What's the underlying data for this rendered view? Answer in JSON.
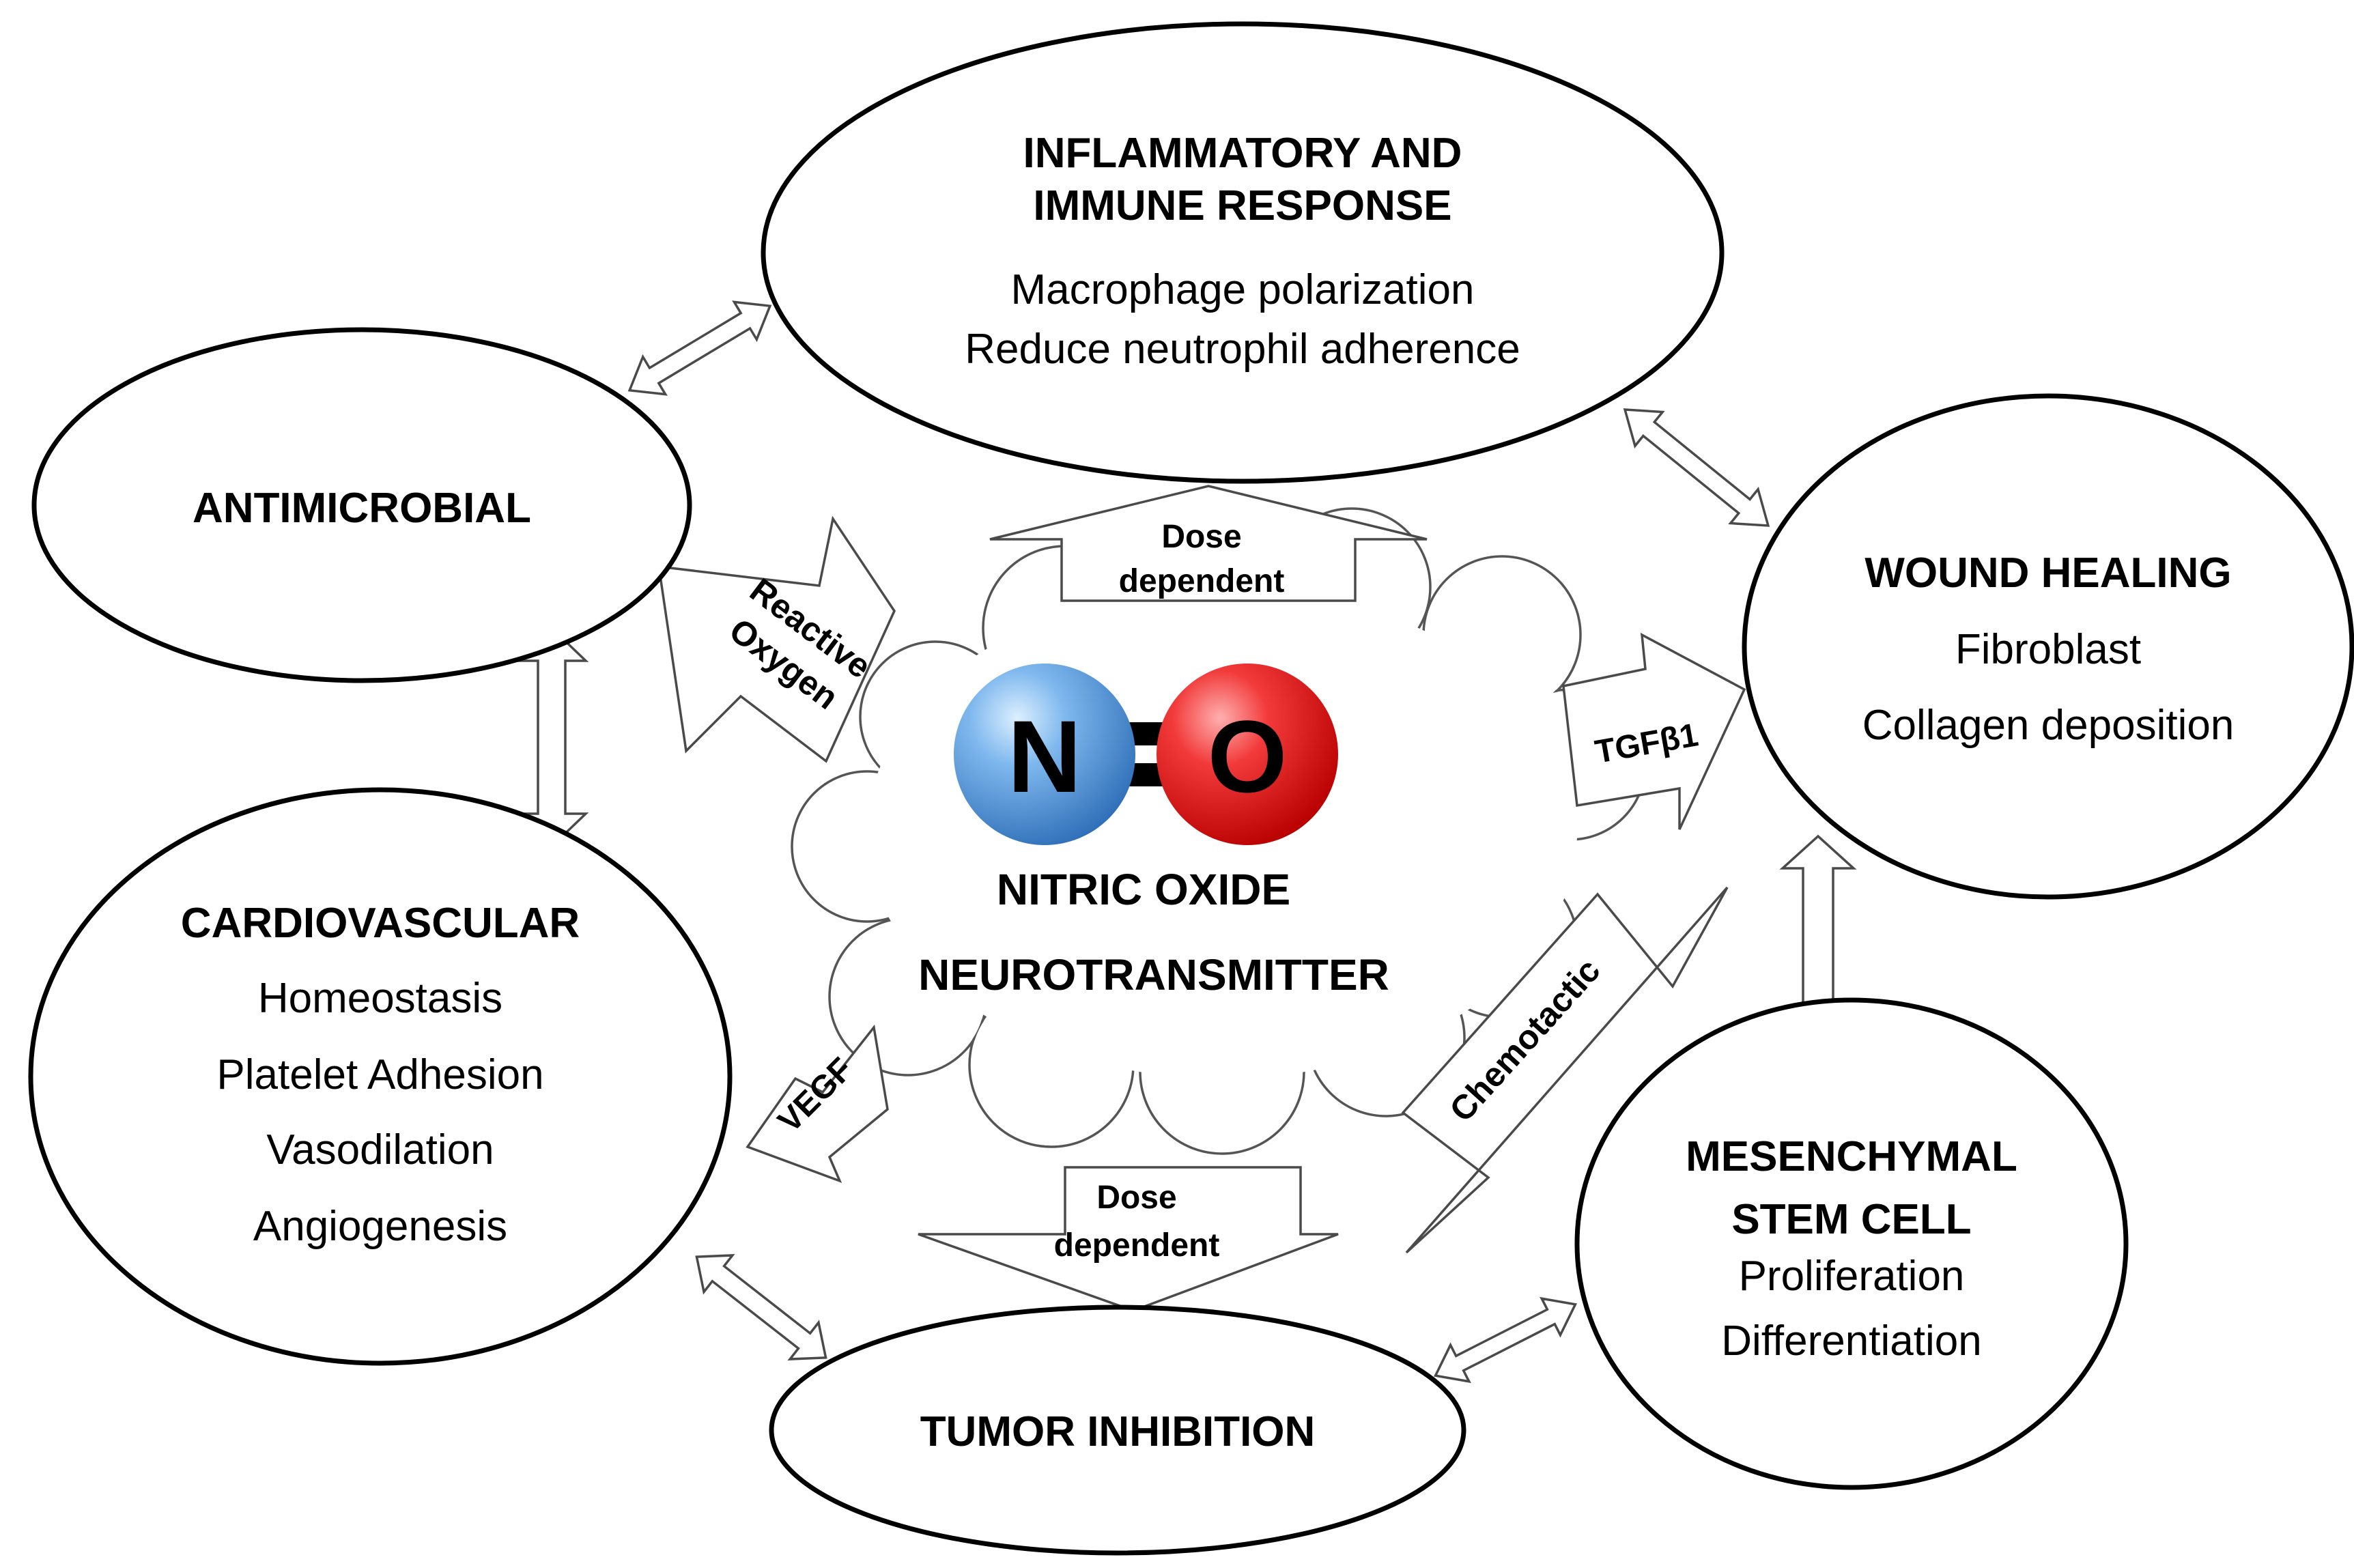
{
  "molecule": {
    "n_label": "N",
    "o_label": "O",
    "n_color": "#4a8fd6",
    "o_color": "#e01010"
  },
  "center": {
    "line1": "NITRIC OXIDE",
    "line2": "NEUROTRANSMITTER"
  },
  "nodes": {
    "inflammatory": {
      "title1": "INFLAMMATORY AND",
      "title2": "IMMUNE RESPONSE",
      "item1": "Macrophage polarization",
      "item2": "Reduce neutrophil adherence"
    },
    "antimicrobial": {
      "title": "ANTIMICROBIAL"
    },
    "wound": {
      "title": "WOUND HEALING",
      "item1": "Fibroblast",
      "item2": "Collagen deposition"
    },
    "cardio": {
      "title": "CARDIOVASCULAR",
      "item1": "Homeostasis",
      "item2": "Platelet Adhesion",
      "item3": "Vasodilation",
      "item4": "Angiogenesis"
    },
    "msc": {
      "title1": "MESENCHYMAL",
      "title2": "STEM CELL",
      "item1": "Proliferation",
      "item2": "Differentiation"
    },
    "tumor": {
      "title": "TUMOR INHIBITION"
    }
  },
  "arrows": {
    "dose_up": {
      "line1": "Dose",
      "line2": "dependent"
    },
    "dose_down": {
      "line1": "Dose",
      "line2": "dependent"
    },
    "reactive": {
      "line1": "Reactive",
      "line2": "Oxygen"
    },
    "tgf": "TGFβ1",
    "vegf": "VEGF",
    "chemotactic": "Chemotactic"
  }
}
